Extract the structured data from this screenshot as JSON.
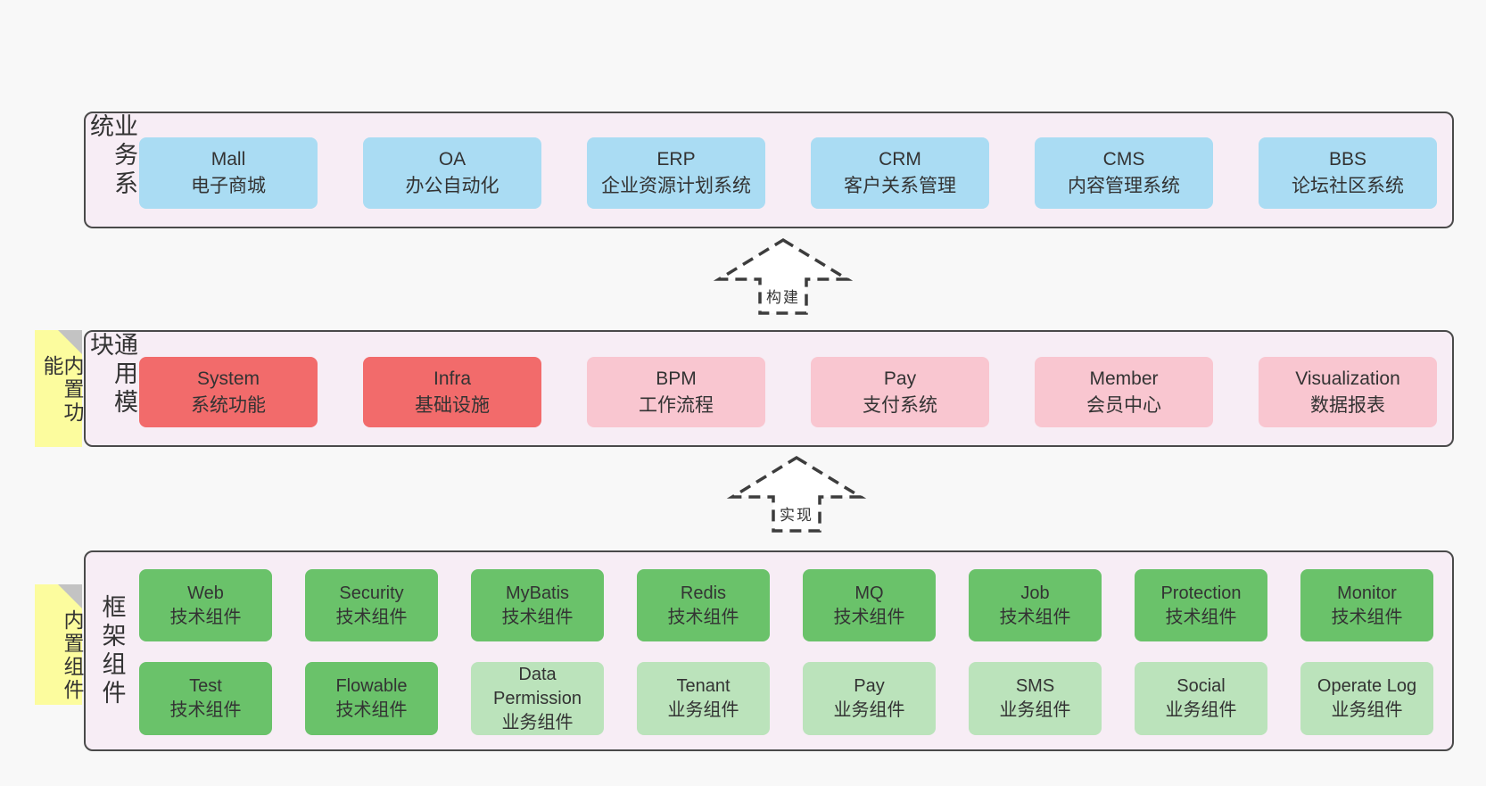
{
  "colors": {
    "page": "#f8f8f8",
    "container": "#f7edf5",
    "border": "#4a4a4a",
    "text": "#333333",
    "arrow": "#3d3d3d",
    "blue": "#aadcf3",
    "red": "#f26b6b",
    "pink": "#f9c6d0",
    "green": "#6ac26a",
    "light_green": "#bbe3bb",
    "tag": "#fcfc9e",
    "fold": "#c3c3c3"
  },
  "layers": [
    {
      "name": "business-systems",
      "side_label": "业务系统",
      "tag": null,
      "rows": [
        [
          {
            "en": "Mall",
            "zh": "电子商城",
            "color": "blue"
          },
          {
            "en": "OA",
            "zh": "办公自动化",
            "color": "blue"
          },
          {
            "en": "ERP",
            "zh": "企业资源计划系统",
            "color": "blue"
          },
          {
            "en": "CRM",
            "zh": "客户关系管理",
            "color": "blue"
          },
          {
            "en": "CMS",
            "zh": "内容管理系统",
            "color": "blue"
          },
          {
            "en": "BBS",
            "zh": "论坛社区系统",
            "color": "blue"
          }
        ]
      ]
    },
    {
      "name": "common-modules",
      "side_label": "通用模块",
      "tag": "内置功能",
      "rows": [
        [
          {
            "en": "System",
            "zh": "系统功能",
            "color": "red"
          },
          {
            "en": "Infra",
            "zh": "基础设施",
            "color": "red"
          },
          {
            "en": "BPM",
            "zh": "工作流程",
            "color": "pink"
          },
          {
            "en": "Pay",
            "zh": "支付系统",
            "color": "pink"
          },
          {
            "en": "Member",
            "zh": "会员中心",
            "color": "pink"
          },
          {
            "en": "Visualization",
            "zh": "数据报表",
            "color": "pink"
          }
        ]
      ]
    },
    {
      "name": "framework-components",
      "side_label": "框架组件",
      "tag": "内置组件",
      "rows": [
        [
          {
            "en": "Web",
            "zh": "技术组件",
            "color": "green"
          },
          {
            "en": "Security",
            "zh": "技术组件",
            "color": "green"
          },
          {
            "en": "MyBatis",
            "zh": "技术组件",
            "color": "green"
          },
          {
            "en": "Redis",
            "zh": "技术组件",
            "color": "green"
          },
          {
            "en": "MQ",
            "zh": "技术组件",
            "color": "green"
          },
          {
            "en": "Job",
            "zh": "技术组件",
            "color": "green"
          },
          {
            "en": "Protection",
            "zh": "技术组件",
            "color": "green"
          },
          {
            "en": "Monitor",
            "zh": "技术组件",
            "color": "green"
          }
        ],
        [
          {
            "en": "Test",
            "zh": "技术组件",
            "color": "green"
          },
          {
            "en": "Flowable",
            "zh": "技术组件",
            "color": "green"
          },
          {
            "en": "Data Permission",
            "zh": "业务组件",
            "color": "light_green"
          },
          {
            "en": "Tenant",
            "zh": "业务组件",
            "color": "light_green"
          },
          {
            "en": "Pay",
            "zh": "业务组件",
            "color": "light_green"
          },
          {
            "en": "SMS",
            "zh": "业务组件",
            "color": "light_green"
          },
          {
            "en": "Social",
            "zh": "业务组件",
            "color": "light_green"
          },
          {
            "en": "Operate Log",
            "zh": "业务组件",
            "color": "light_green"
          }
        ]
      ]
    }
  ],
  "arrows": [
    {
      "label": "构建"
    },
    {
      "label": "实现"
    }
  ]
}
